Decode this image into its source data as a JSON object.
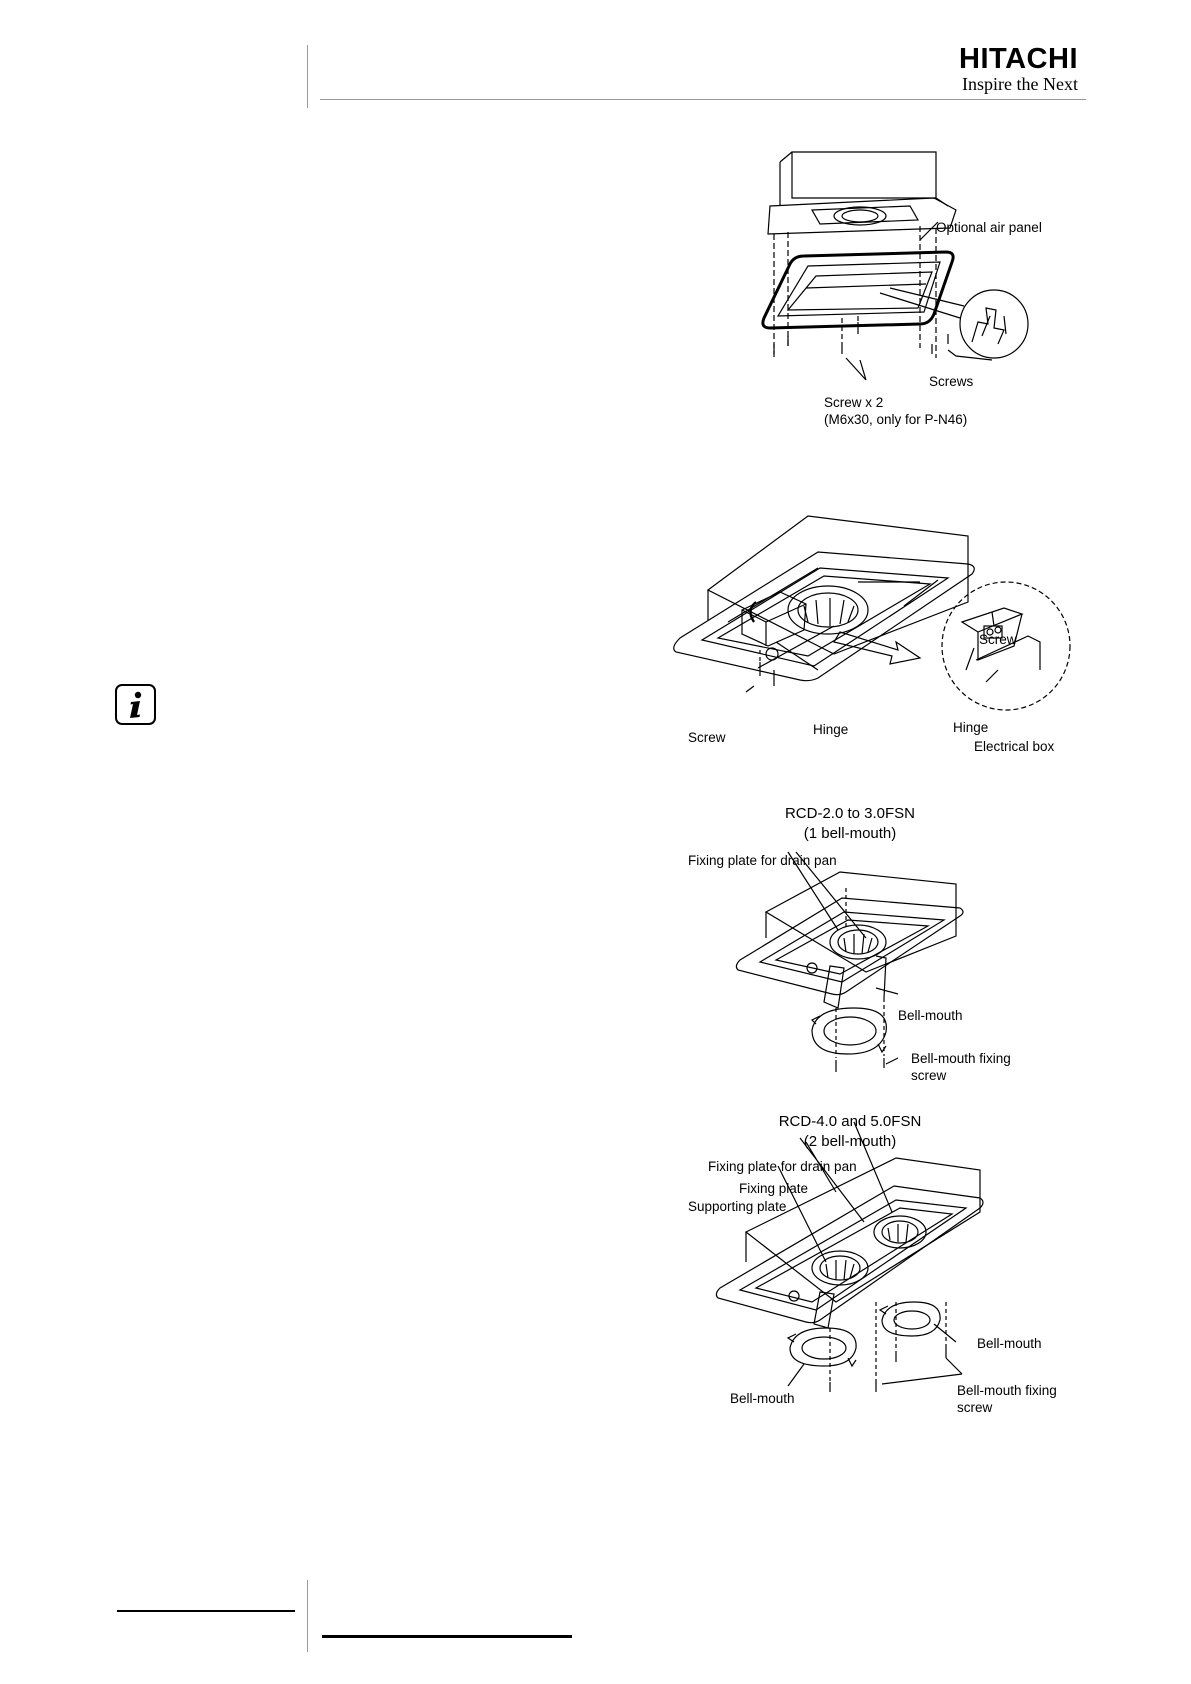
{
  "header": {
    "brand_name": "HITACHI",
    "brand_tagline": "Inspire the Next"
  },
  "figure_panel": {
    "labels": {
      "optional_air_panel": "Optional air panel",
      "screws": "Screws",
      "screw_x2": "Screw x 2",
      "screw_x2_note": "(M6x30, only for P-N46)"
    }
  },
  "figure_electrical_box": {
    "labels": {
      "screw_left": "Screw",
      "hinge_main": "Hinge",
      "screw_detail": "Screw",
      "hinge_detail": "Hinge",
      "electrical_box": "Electrical box"
    }
  },
  "figure_one_bellmouth": {
    "title_line1": "RCD-2.0 to 3.0FSN",
    "title_line2": "(1 bell-mouth)",
    "labels": {
      "fixing_plate_drain_pan": "Fixing plate for drain pan",
      "bell_mouth": "Bell-mouth",
      "bell_mouth_fixing_line1": "Bell-mouth fixing",
      "bell_mouth_fixing_line2": "screw"
    }
  },
  "figure_two_bellmouth": {
    "title_line1": "RCD-4.0 and 5.0FSN",
    "title_line2": "(2 bell-mouth)",
    "labels": {
      "fixing_plate_drain_pan": "Fixing plate for drain pan",
      "fixing_plate": "Fixing plate",
      "supporting_plate": "Supporting plate",
      "bell_mouth_right": "Bell-mouth",
      "bell_mouth_left": "Bell-mouth",
      "bell_mouth_fixing_line1": "Bell-mouth fixing",
      "bell_mouth_fixing_line2": "screw"
    }
  },
  "note_icon": {
    "name": "info-icon"
  }
}
